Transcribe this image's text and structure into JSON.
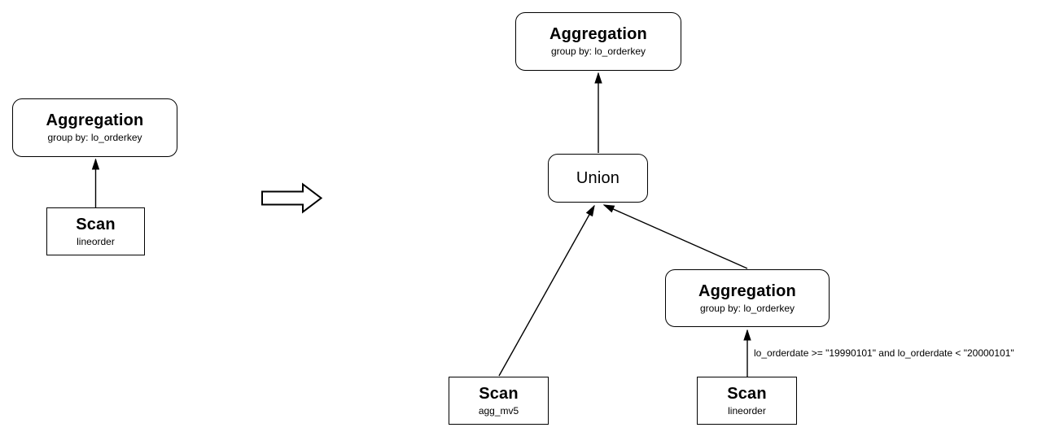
{
  "colors": {
    "stroke": "#000000",
    "node_fill": "#ffffff",
    "background": "#ffffff"
  },
  "source_plan": {
    "aggregation": {
      "title": "Aggregation",
      "subtitle": "group by: lo_orderkey"
    },
    "scan": {
      "title": "Scan",
      "subtitle": "lineorder"
    }
  },
  "transform": {
    "arrow": "rewrite-arrow-right"
  },
  "rewritten_plan": {
    "aggregation_top": {
      "title": "Aggregation",
      "subtitle": "group by: lo_orderkey"
    },
    "union": {
      "title": "Union"
    },
    "aggregation_filtered": {
      "title": "Aggregation",
      "subtitle": "group by: lo_orderkey"
    },
    "scan_mv": {
      "title": "Scan",
      "subtitle": "agg_mv5"
    },
    "scan_lineorder": {
      "title": "Scan",
      "subtitle": "lineorder"
    },
    "filter_label": "lo_orderdate >= \"19990101\" and lo_orderdate < \"20000101\""
  }
}
